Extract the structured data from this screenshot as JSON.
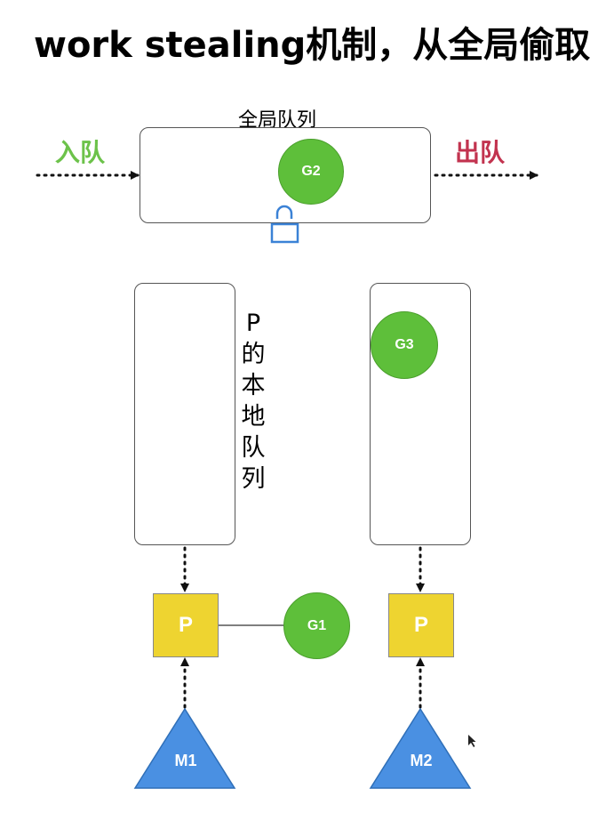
{
  "title": "work stealing机制，从全局偷取",
  "global_queue": {
    "label": "全局队列",
    "enqueue": "入队",
    "dequeue": "出队",
    "goroutine": "G2"
  },
  "local_queue_label": [
    "P",
    "的",
    "本",
    "地",
    "队",
    "列"
  ],
  "local_queue_2": {
    "goroutine": "G3"
  },
  "processors": [
    {
      "label": "P",
      "running": "G1"
    },
    {
      "label": "P"
    }
  ],
  "machines": [
    {
      "label": "M1"
    },
    {
      "label": "M2"
    }
  ],
  "colors": {
    "enqueue": "#6cc24a",
    "dequeue": "#c2334f",
    "goroutine": "#5ebf3a",
    "processor": "#eed430",
    "machine": "#4a90e2",
    "lock": "#3b82d6"
  },
  "icons": [
    "lock-icon",
    "cursor-icon"
  ]
}
